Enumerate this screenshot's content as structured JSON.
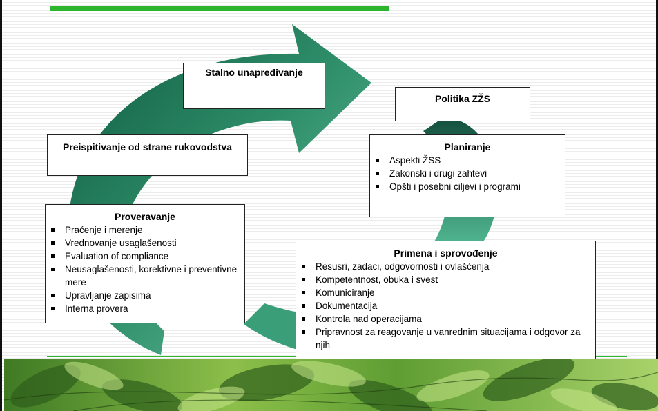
{
  "boxes": {
    "stalno": {
      "title": "Stalno unapređivanje"
    },
    "politika": {
      "title": "Politika ZŽS"
    },
    "preispitivanje": {
      "title": "Preispitivanje od strane rukovodstva"
    },
    "planiranje": {
      "title": "Planiranje",
      "items": [
        "Aspekti ŽSS",
        "Zakonski i drugi zahtevi",
        "Opšti i posebni ciljevi i programi"
      ]
    },
    "proveravanje": {
      "title": "Proveravanje",
      "items": [
        "Praćenje i merenje",
        "Vrednovanje usaglašenosti",
        "Evaluation of compliance",
        "Neusaglašenosti, korektivne i preventivne mere",
        "Upravljanje zapisima",
        "Interna provera"
      ]
    },
    "primena": {
      "title": "Primena i sprovođenje",
      "items": [
        "Resusri, zadaci, odgovornosti i ovlašćenja",
        "Kompetentnost, obuka i svest",
        "Komuniciranje",
        "Dokumentacija",
        "Kontrola nad operacijama",
        "Pripravnost za reagovanje u vanrednim situacijama i odgovor za njih"
      ]
    }
  },
  "colors": {
    "arrow_dark": "#0e5a40",
    "arrow_light": "#4ab28c",
    "accent_green": "#2db52d"
  }
}
